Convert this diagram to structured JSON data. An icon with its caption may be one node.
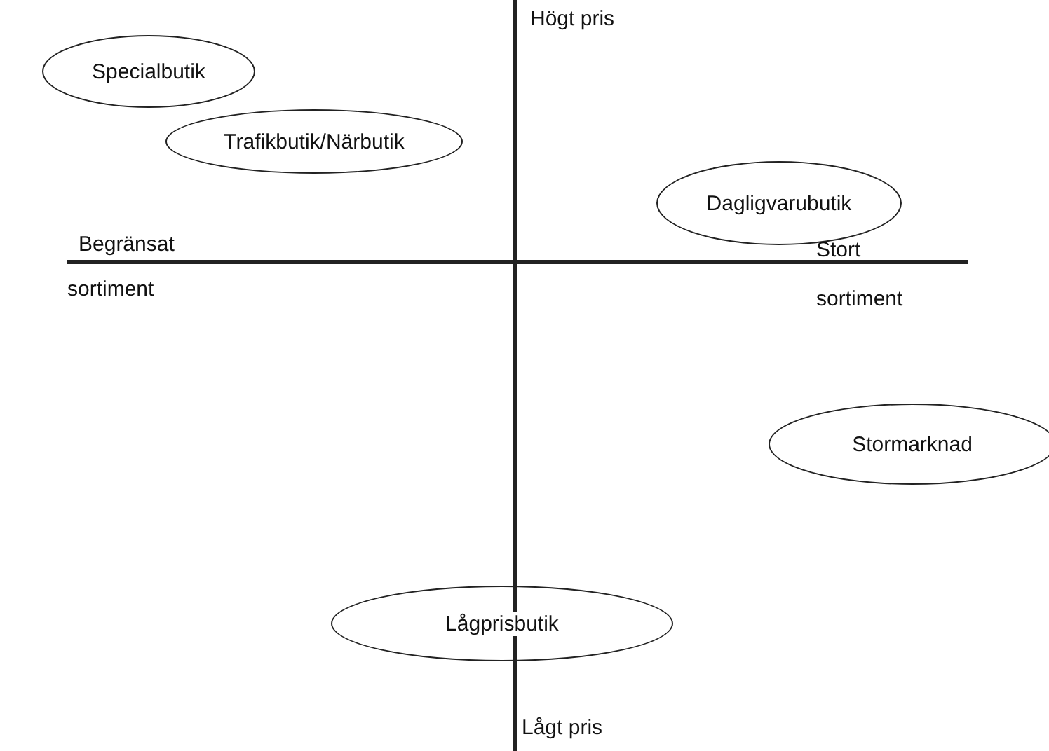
{
  "diagram": {
    "nodes": [
      {
        "text": [
          "Specialbutik"
        ]
      },
      {
        "text": [
          "Trafikbutik/Närbutik"
        ]
      },
      {
        "text": [
          "Dagligvarubutik"
        ]
      },
      {
        "text": [
          "Stormarknad"
        ]
      },
      {
        "text": [
          "Lågprisbutik"
        ]
      }
    ],
    "labels": [
      "Högt pris",
      "Begränsat",
      "sortiment",
      "Stort",
      "sortiment",
      "Lågt pris"
    ]
  }
}
